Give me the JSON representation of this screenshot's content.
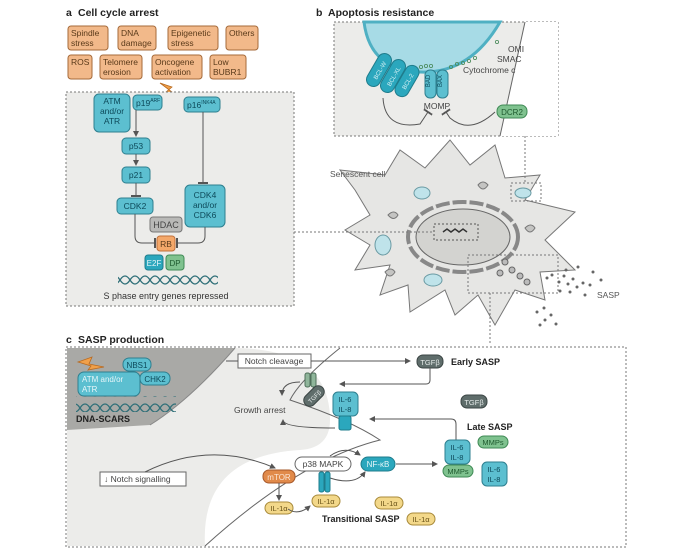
{
  "colors": {
    "stress_box": "#f2b98a",
    "protein_blue": "#5cbfd0",
    "protein_teal": "#2e8fa0",
    "tgfb_gray": "#5f6d6b",
    "green_box": "#7fc28f",
    "il1a_yellow": "#f3d88a",
    "mtor_orange": "#e18a4a",
    "rb_orange": "#f4a86a",
    "panel_bg": "#ececea",
    "dark_region": "#a9a9a6"
  },
  "panel_a": {
    "letter": "a",
    "title": "Cell cycle arrest",
    "stressors": [
      "Spindle stress",
      "DNA damage",
      "Epigenetic stress",
      "Others",
      "ROS",
      "Telomere erosion",
      "Oncogene activation",
      "Low BUBR1"
    ],
    "stressor_lines": [
      [
        "Spindle",
        "stress"
      ],
      [
        "DNA",
        "damage"
      ],
      [
        "Epigenetic",
        "stress"
      ],
      [
        "Others"
      ],
      [
        "ROS"
      ],
      [
        "Telomere",
        "erosion"
      ],
      [
        "Oncogene",
        "activation"
      ],
      [
        "Low",
        "BUBR1"
      ]
    ],
    "atm": [
      "ATM",
      "and/or",
      "ATR"
    ],
    "p19": "p19",
    "p19_sup": "ARF",
    "p16": "p16",
    "p16_sup": "INK4A",
    "p53": "p53",
    "p21": "p21",
    "cdk2": "CDK2",
    "cdk46": [
      "CDK4",
      "and/or",
      "CDK6"
    ],
    "hdac": "HDAC",
    "rb": "RB",
    "e2f": "E2F",
    "dp": "DP",
    "caption": "S phase entry genes repressed",
    "lightning_icon": "lightning-bolt-icon"
  },
  "panel_b": {
    "letter": "b",
    "title": "Apoptosis resistance",
    "bcl_proteins": [
      "BCL-W",
      "BCL-XL",
      "BCL-2"
    ],
    "pro_apoptotic": [
      "BAD",
      "BAX"
    ],
    "momp": "MOMP",
    "omi": "OMI",
    "smac": "SMAC",
    "cytochrome": "Cytochrome c",
    "dcr2": "DCR2"
  },
  "cell": {
    "label": "Senescent cell",
    "sasp_label": "SASP"
  },
  "panel_c": {
    "letter": "c",
    "title": "SASP production",
    "nbs1": "NBS1",
    "atm": [
      "ATM and/or",
      "ATR"
    ],
    "chk2": "CHK2",
    "dna_scars": "DNA-SCARS",
    "notch_cleavage": "Notch cleavage",
    "tgfb": "TGFβ",
    "early_sasp": "Early SASP",
    "growth_arrest": "Growth arrest",
    "il6_il8": [
      "IL-6",
      "IL-8"
    ],
    "late_sasp": "Late SASP",
    "mmps": "MMPs",
    "notch_signalling": "↓ Notch signalling",
    "p38": "p38 MAPK",
    "nfkb": "NF-κB",
    "mtor": "mTOR",
    "il1a": "IL-1α",
    "transitional_sasp": "Transitional SASP"
  }
}
